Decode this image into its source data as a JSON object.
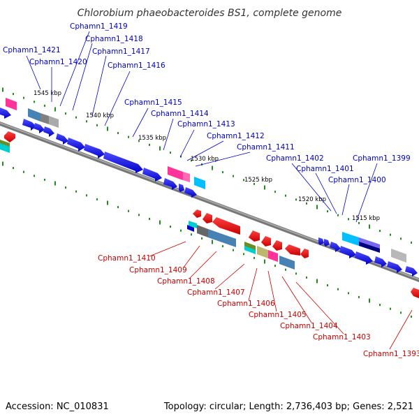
{
  "title": "Chlorobium phaeobacteroides BS1, complete genome",
  "footer": {
    "accession": "Accession: NC_010831",
    "summary": "Topology: circular; Length: 2,736,403 bp; Genes: 2,521"
  },
  "colors": {
    "top_label": "#0000cc",
    "bottom_label": "#cc0000",
    "backbone": "#808080",
    "tick": "#228b22"
  },
  "kbp_ticks": [
    "1545 kbp",
    "1540 kbp",
    "1535 kbp",
    "1530 kbp",
    "1525 kbp",
    "1520 kbp",
    "1515 kbp"
  ],
  "top_labels": [
    "Cphamn1_1421",
    "Cphamn1_1420",
    "Cphamn1_1419",
    "Cphamn1_1418",
    "Cphamn1_1417",
    "Cphamn1_1416",
    "Cphamn1_1415",
    "Cphamn1_1414",
    "Cphamn1_1413",
    "Cphamn1_1412",
    "Cphamn1_1411",
    "Cphamn1_1402",
    "Cphamn1_1401",
    "Cphamn1_1400",
    "Cphamn1_1399"
  ],
  "bottom_labels": [
    "Cphamn1_1410",
    "Cphamn1_1409",
    "Cphamn1_1408",
    "Cphamn1_1407",
    "Cphamn1_1406",
    "Cphamn1_1405",
    "Cphamn1_1404",
    "Cphamn1_1403",
    "Cphamn1_1393"
  ]
}
